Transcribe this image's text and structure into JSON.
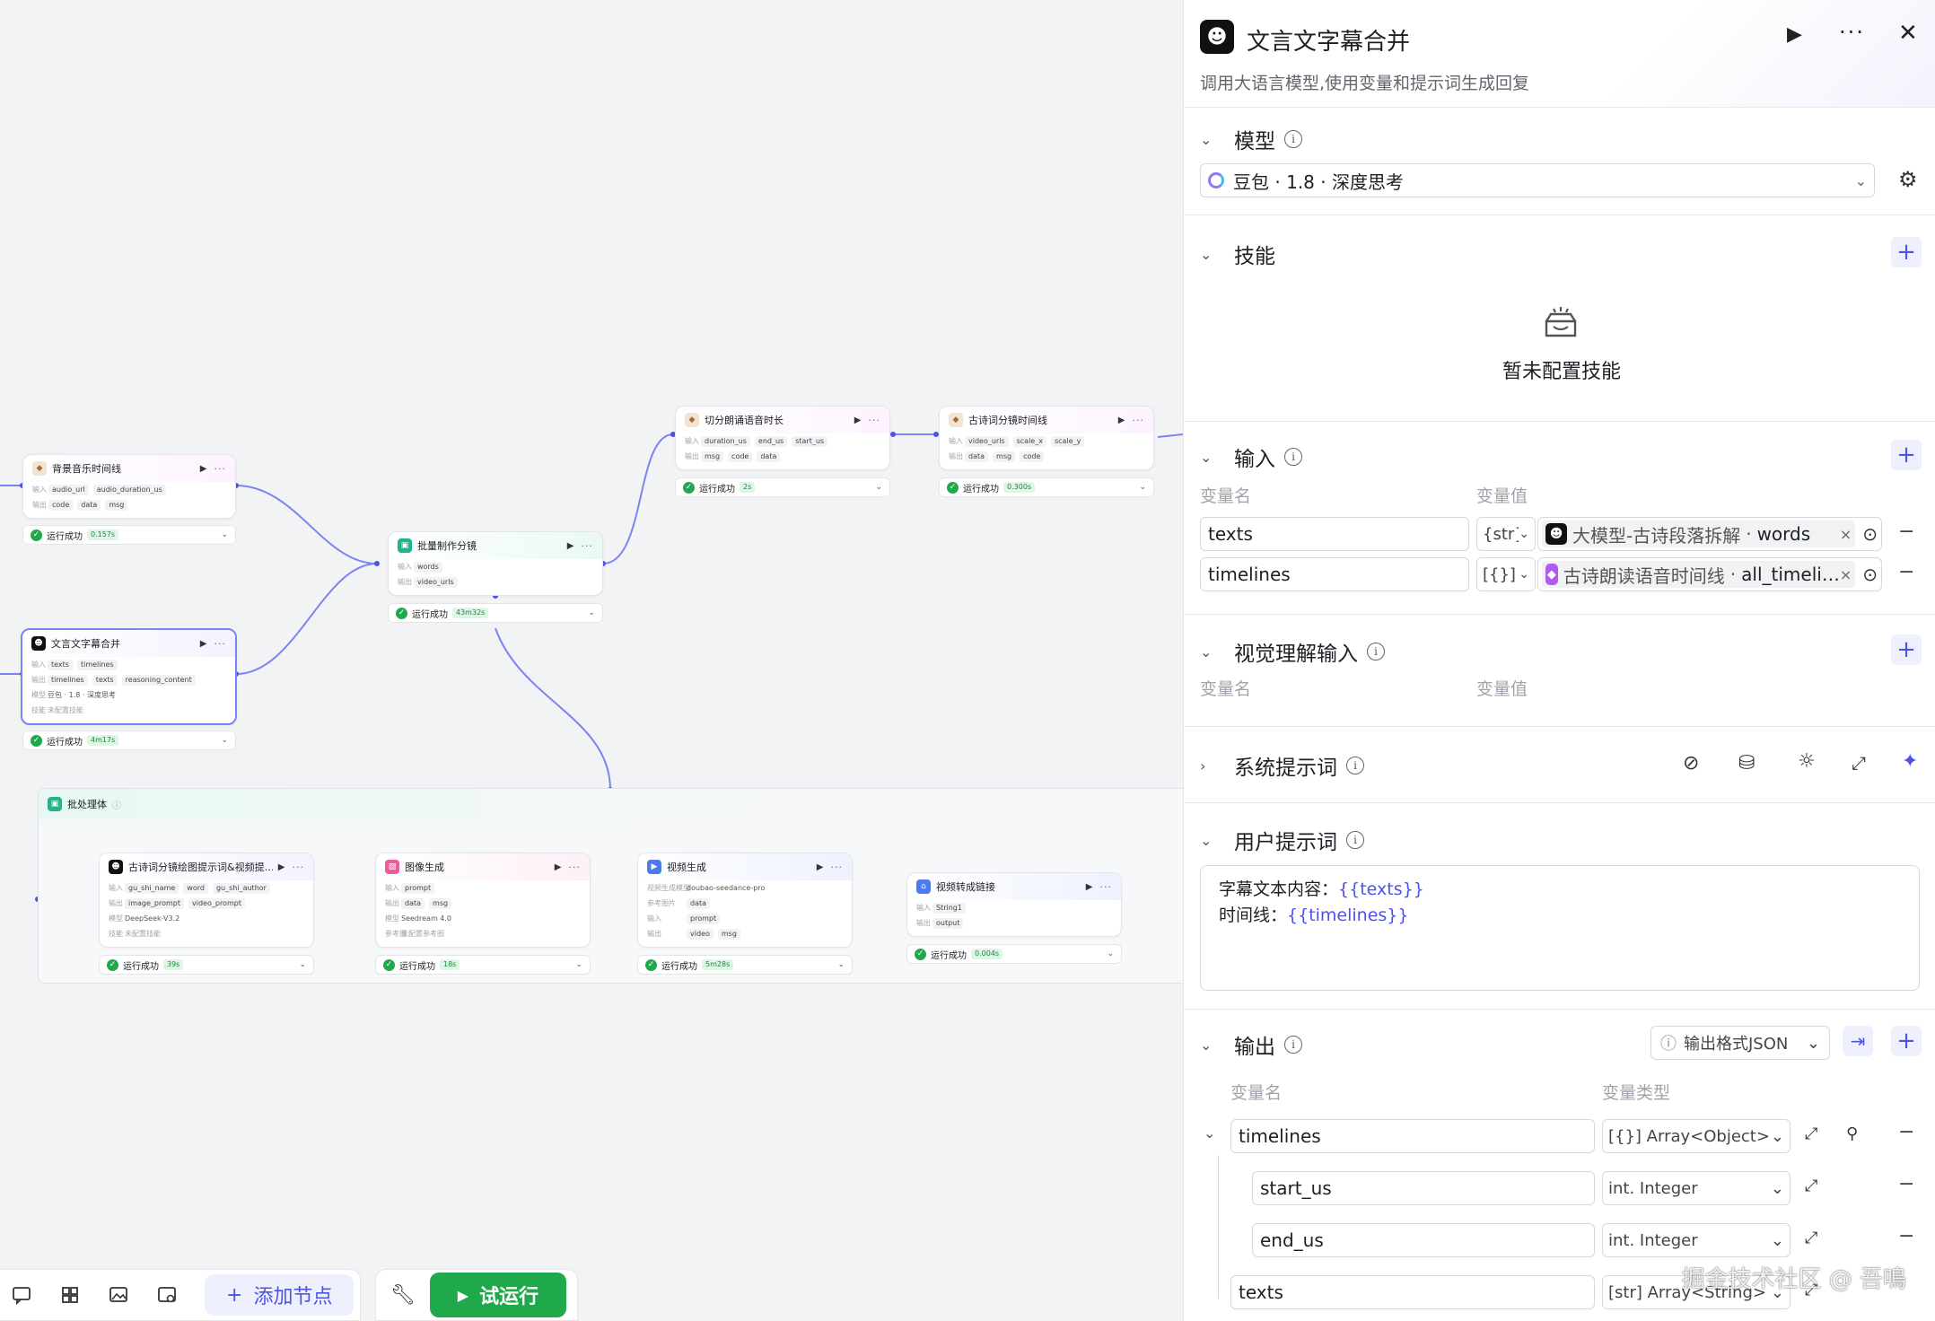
{
  "canvas": {
    "nodes": {
      "bgm": {
        "title": "背景音乐时间线",
        "in_label": "输入",
        "out_label": "输出",
        "inputs": [
          "audio_url",
          "audio_duration_us"
        ],
        "outputs": [
          "code",
          "data",
          "msg"
        ],
        "status": "运行成功",
        "duration": "0.157s"
      },
      "wyzm": {
        "title": "文言文字幕合并",
        "in_label": "输入",
        "out_label": "输出",
        "model_label": "模型",
        "skill_label": "技能",
        "inputs": [
          "texts",
          "timelines"
        ],
        "outputs": [
          "timelines",
          "texts",
          "reasoning_content"
        ],
        "model": "豆包 · 1.8 · 深度思考",
        "skill": "未配置技能",
        "status": "运行成功",
        "duration": "4m17s"
      },
      "plzz": {
        "title": "批量制作分镜",
        "in_label": "输入",
        "out_label": "输出",
        "inputs": [
          "words"
        ],
        "outputs": [
          "video_urls"
        ],
        "status": "运行成功",
        "duration": "43m32s"
      },
      "qffl": {
        "title": "切分朗诵语音时长",
        "in_label": "输入",
        "out_label": "输出",
        "inputs": [
          "duration_us",
          "end_us",
          "start_us"
        ],
        "outputs": [
          "msg",
          "code",
          "data"
        ],
        "status": "运行成功",
        "duration": "2s"
      },
      "gsfj": {
        "title": "古诗词分镜时间线",
        "in_label": "输入",
        "out_label": "输出",
        "inputs": [
          "video_urls",
          "scale_x",
          "scale_y"
        ],
        "outputs": [
          "data",
          "msg",
          "code"
        ],
        "status": "运行成功",
        "duration": "0.300s"
      },
      "gsjh": {
        "title": "古诗词分镜绘图提示词&视频提…",
        "in_label": "输入",
        "out_label": "输出",
        "model_label": "模型",
        "skill_label": "技能",
        "inputs": [
          "gu_shi_name",
          "word",
          "gu_shi_author"
        ],
        "outputs": [
          "image_prompt",
          "video_prompt"
        ],
        "model": "DeepSeek-V3.2",
        "skill": "未配置技能",
        "status": "运行成功",
        "duration": "39s"
      },
      "txsc": {
        "title": "图像生成",
        "in_label": "输入",
        "out_label": "输出",
        "model_label": "模型",
        "ref_label": "参考图",
        "inputs": [
          "prompt"
        ],
        "outputs": [
          "data",
          "msg"
        ],
        "model": "Seedream 4.0",
        "ref": "未配置参考图",
        "status": "运行成功",
        "duration": "18s"
      },
      "spsc": {
        "title": "视频生成",
        "model_label": "视频生成模型",
        "ref_label": "参考图片",
        "in_label": "输入",
        "out_label": "输出",
        "model": "doubao-seedance-pro",
        "ref": "data",
        "inputs": [
          "prompt"
        ],
        "outputs": [
          "video",
          "msg"
        ],
        "status": "运行成功",
        "duration": "5m28s"
      },
      "spzl": {
        "title": "视频转成链接",
        "in_label": "输入",
        "out_label": "输出",
        "inputs": [
          "String1"
        ],
        "outputs": [
          "output"
        ],
        "status": "运行成功",
        "duration": "0.004s"
      }
    },
    "batch_title": "批处理体",
    "toolbar": {
      "add_node": "添加节点",
      "run": "试运行"
    }
  },
  "panel": {
    "title": "文言文字幕合并",
    "description": "调用大语言模型,使用变量和提示词生成回复",
    "model": {
      "header": "模型",
      "value": "豆包 · 1.8 · 深度思考"
    },
    "skills": {
      "header": "技能",
      "empty": "暂未配置技能"
    },
    "inputs": {
      "header": "输入",
      "col_name": "变量名",
      "col_value": "变量值",
      "rows": [
        {
          "name": "texts",
          "type": "{str}",
          "src": "大模型-古诗段落拆解",
          "field": "words"
        },
        {
          "name": "timelines",
          "type": "[{}]",
          "src": "古诗朗读语音时间线",
          "field": "all_timeli…"
        }
      ]
    },
    "vision": {
      "header": "视觉理解输入",
      "col_name": "变量名",
      "col_value": "变量值"
    },
    "system_prompt": {
      "header": "系统提示词"
    },
    "user_prompt": {
      "header": "用户提示词",
      "line1_label": "字幕文本内容：",
      "line1_var": "{{texts}}",
      "line2_label": "时间线：",
      "line2_var": "{{timelines}}"
    },
    "outputs": {
      "header": "输出",
      "format": "输出格式JSON",
      "col_name": "变量名",
      "col_type": "变量类型",
      "rows": [
        {
          "name": "timelines",
          "type": "[{}] Array<Object>"
        },
        {
          "name": "start_us",
          "type": "int. Integer"
        },
        {
          "name": "end_us",
          "type": "int. Integer"
        },
        {
          "name": "texts",
          "type": "[str] Array<String>"
        }
      ]
    }
  },
  "watermark": "掘金技术社区 @ 吾鳴",
  "colors": {
    "accent": "#4d53e8",
    "success": "#1fa94a",
    "wire": "#7a84f2"
  }
}
